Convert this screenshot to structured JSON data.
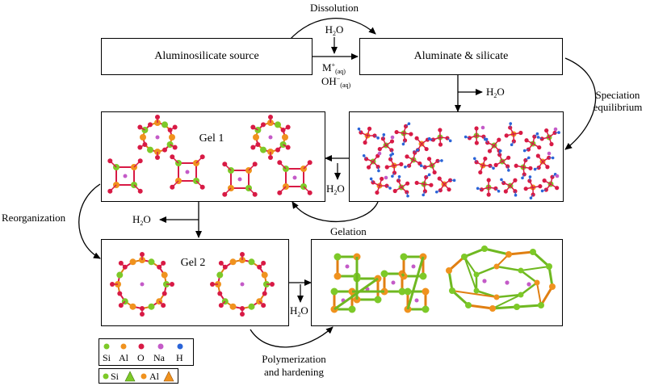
{
  "labels": {
    "dissolution": "Dissolution",
    "speciation_line1": "Speciation",
    "speciation_line2": "equilibrium",
    "reorganization": "Reorganization",
    "gelation": "Gelation",
    "polymerization_line1": "Polymerization",
    "polymerization_line2": "and hardening",
    "water": "H",
    "water_sub": "2",
    "water_end": "O",
    "cation": "M",
    "cation_sup": "+",
    "cation_sub": "(aq)",
    "hydroxide": "OH",
    "hydroxide_sup": "−",
    "hydroxide_sub": "(aq)"
  },
  "boxes": {
    "source": "Aluminosilicate source",
    "aluminate": "Aluminate & silicate",
    "gel1": "Gel 1",
    "gel2": "Gel 2"
  },
  "legend": {
    "atoms": [
      "Si",
      "Al",
      "O",
      "Na",
      "H"
    ],
    "polyhedra": [
      "Si",
      "Al"
    ]
  },
  "colors": {
    "si": "#7dc928",
    "al": "#f0921e",
    "o": "#d81a45",
    "na": "#c45ac8",
    "h": "#2a64d8",
    "bond_si": "#6fb821",
    "bond_al": "#e07f12"
  }
}
